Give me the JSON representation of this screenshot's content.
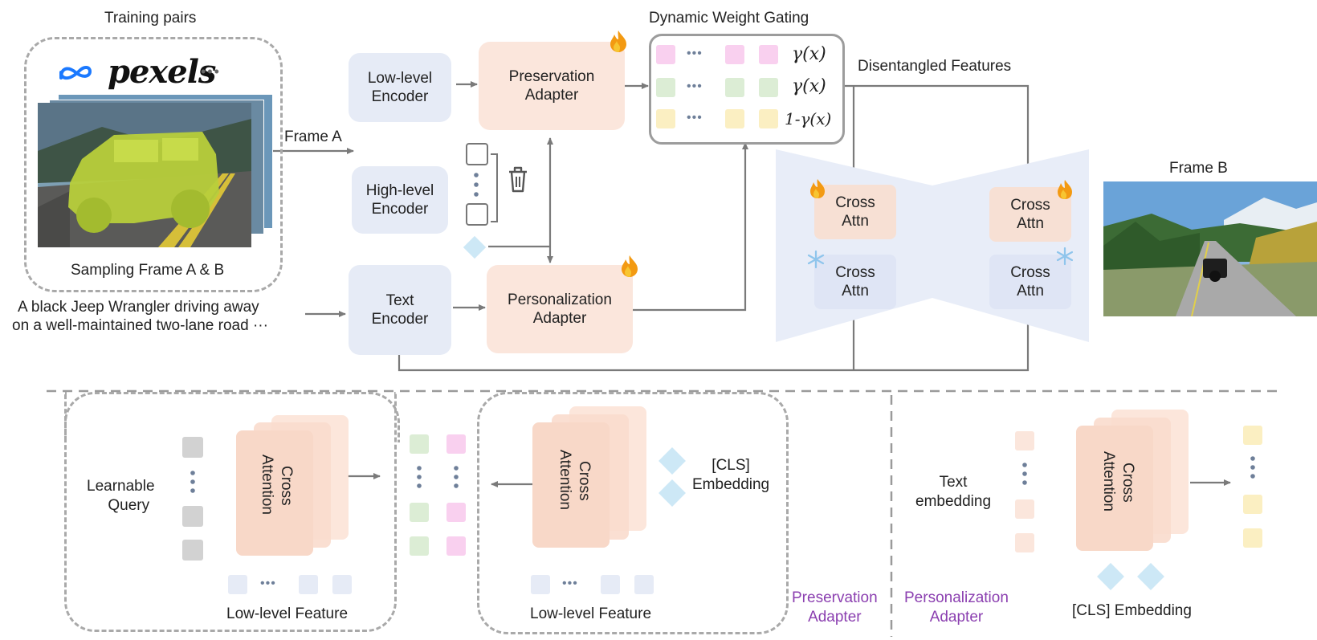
{
  "training": {
    "title": "Training pairs",
    "logo_word": "pexels",
    "logo_more": "•••",
    "sampling": "Sampling Frame A & B"
  },
  "frame_a": "Frame A",
  "frame_b": "Frame B",
  "caption": {
    "line1": "A  black Jeep Wrangler driving away",
    "line2": "on a well-maintained two-lane road ···"
  },
  "encoders": {
    "low_line1": "Low-level",
    "low_line2": "Encoder",
    "high_line1": "High-level",
    "high_line2": "Encoder",
    "text_line1": "Text",
    "text_line2": "Encoder"
  },
  "adapters": {
    "preservation_line1": "Preservation",
    "preservation_line2": "Adapter",
    "personalization_line1": "Personalization",
    "personalization_line2": "Adapter"
  },
  "gating": {
    "title": "Dynamic Weight Gating",
    "row1": "γ(x)",
    "row2": "γ(x)",
    "row3": "1-γ(x)",
    "dots": "•••"
  },
  "disentangled": "Disentangled Features",
  "unet": {
    "cross_line1": "Cross",
    "cross_line2": "Attn"
  },
  "bottom": {
    "learnable_line1": "Learnable",
    "learnable_line2": "Query",
    "cross_attention_line1": "Cross",
    "cross_attention_line2": "Attention",
    "low_feature": "Low-level Feature",
    "cls_line1": "[CLS]",
    "cls_line2": "Embedding",
    "preservation_line1": "Preservation",
    "preservation_line2": "Adapter",
    "personalization_line1": "Personalization",
    "personalization_line2": "Adapter",
    "text_emb_line1": "Text",
    "text_emb_line2": "embedding",
    "cls_embedding": "[CLS] Embedding",
    "dots": "•••"
  },
  "colors": {
    "accent_purple": "#8b3fb0",
    "pink": "#f9d0ef",
    "green": "#dcedd5",
    "yellow": "#fbefc2",
    "peach": "#fbe6dc",
    "blue": "#e6ebf6",
    "cyan": "#cde8f6",
    "arrow": "#7a7a7a"
  },
  "icons": [
    "meta-logo-icon",
    "fire-icon",
    "snowflake-icon",
    "trash-icon",
    "car-photo"
  ]
}
